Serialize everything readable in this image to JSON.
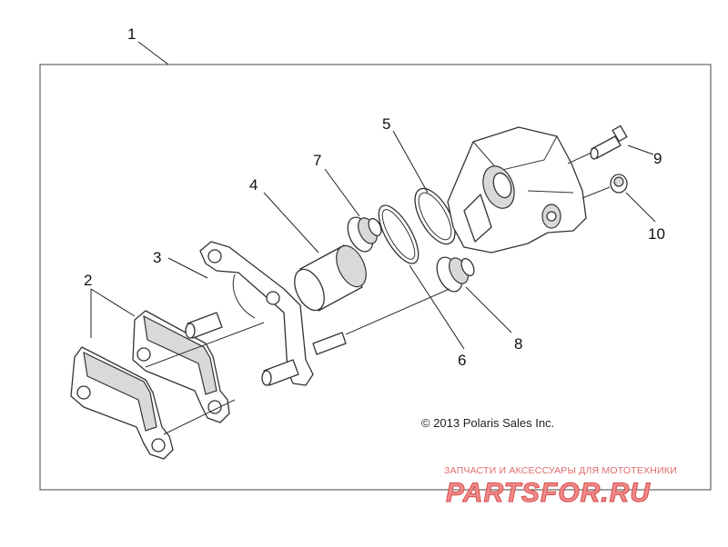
{
  "diagram": {
    "callouts": {
      "c1": "1",
      "c2": "2",
      "c3": "3",
      "c4": "4",
      "c5": "5",
      "c6": "6",
      "c7": "7",
      "c8": "8",
      "c9": "9",
      "c10": "10"
    },
    "copyright": "© 2013 Polaris Sales Inc.",
    "watermark": {
      "tagline": "ЗАПЧАСТИ И АКСЕССУАРЫ ДЛЯ МОТОТЕХНИКИ",
      "brand": "PARTSFOR.RU"
    }
  }
}
